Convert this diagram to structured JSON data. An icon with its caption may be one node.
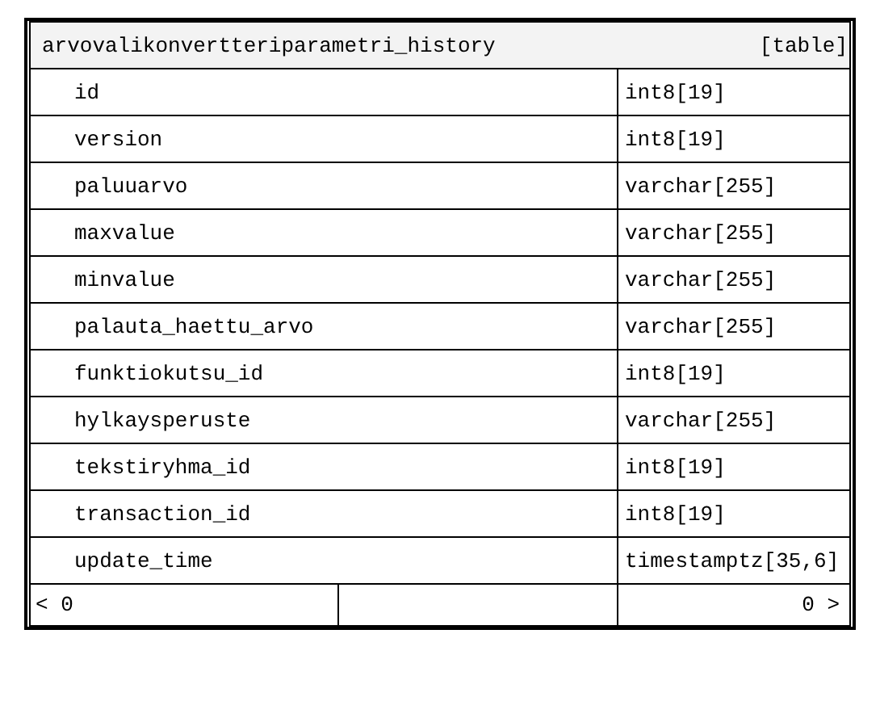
{
  "diagram": {
    "nodes": [
      {
        "text": [
          "arvovalikonvertteriparametri_history",
          "[table]"
        ]
      },
      {
        "text": [
          "id",
          "int8[19]"
        ],
        "in": 0
      },
      {
        "text": [
          "version",
          "int8[19]"
        ],
        "in": 0
      },
      {
        "text": [
          "paluuarvo",
          "varchar[255]"
        ],
        "in": 0
      },
      {
        "text": [
          "maxvalue",
          "varchar[255]"
        ],
        "in": 0
      },
      {
        "text": [
          "minvalue",
          "varchar[255]"
        ],
        "in": 0
      },
      {
        "text": [
          "palauta_haettu_arvo",
          "varchar[255]"
        ],
        "in": 0
      },
      {
        "text": [
          "funktiokutsu_id",
          "int8[19]"
        ],
        "in": 0
      },
      {
        "text": [
          "hylkaysperuste",
          "varchar[255]"
        ],
        "in": 0
      },
      {
        "text": [
          "tekstiryhma_id",
          "int8[19]"
        ],
        "in": 0
      },
      {
        "text": [
          "transaction_id",
          "int8[19]"
        ],
        "in": 0
      },
      {
        "text": [
          "update_time",
          "timestamptz[35,6]"
        ],
        "in": 0
      },
      {
        "text": [
          "< 0",
          "0 >"
        ],
        "in": 0
      }
    ]
  }
}
